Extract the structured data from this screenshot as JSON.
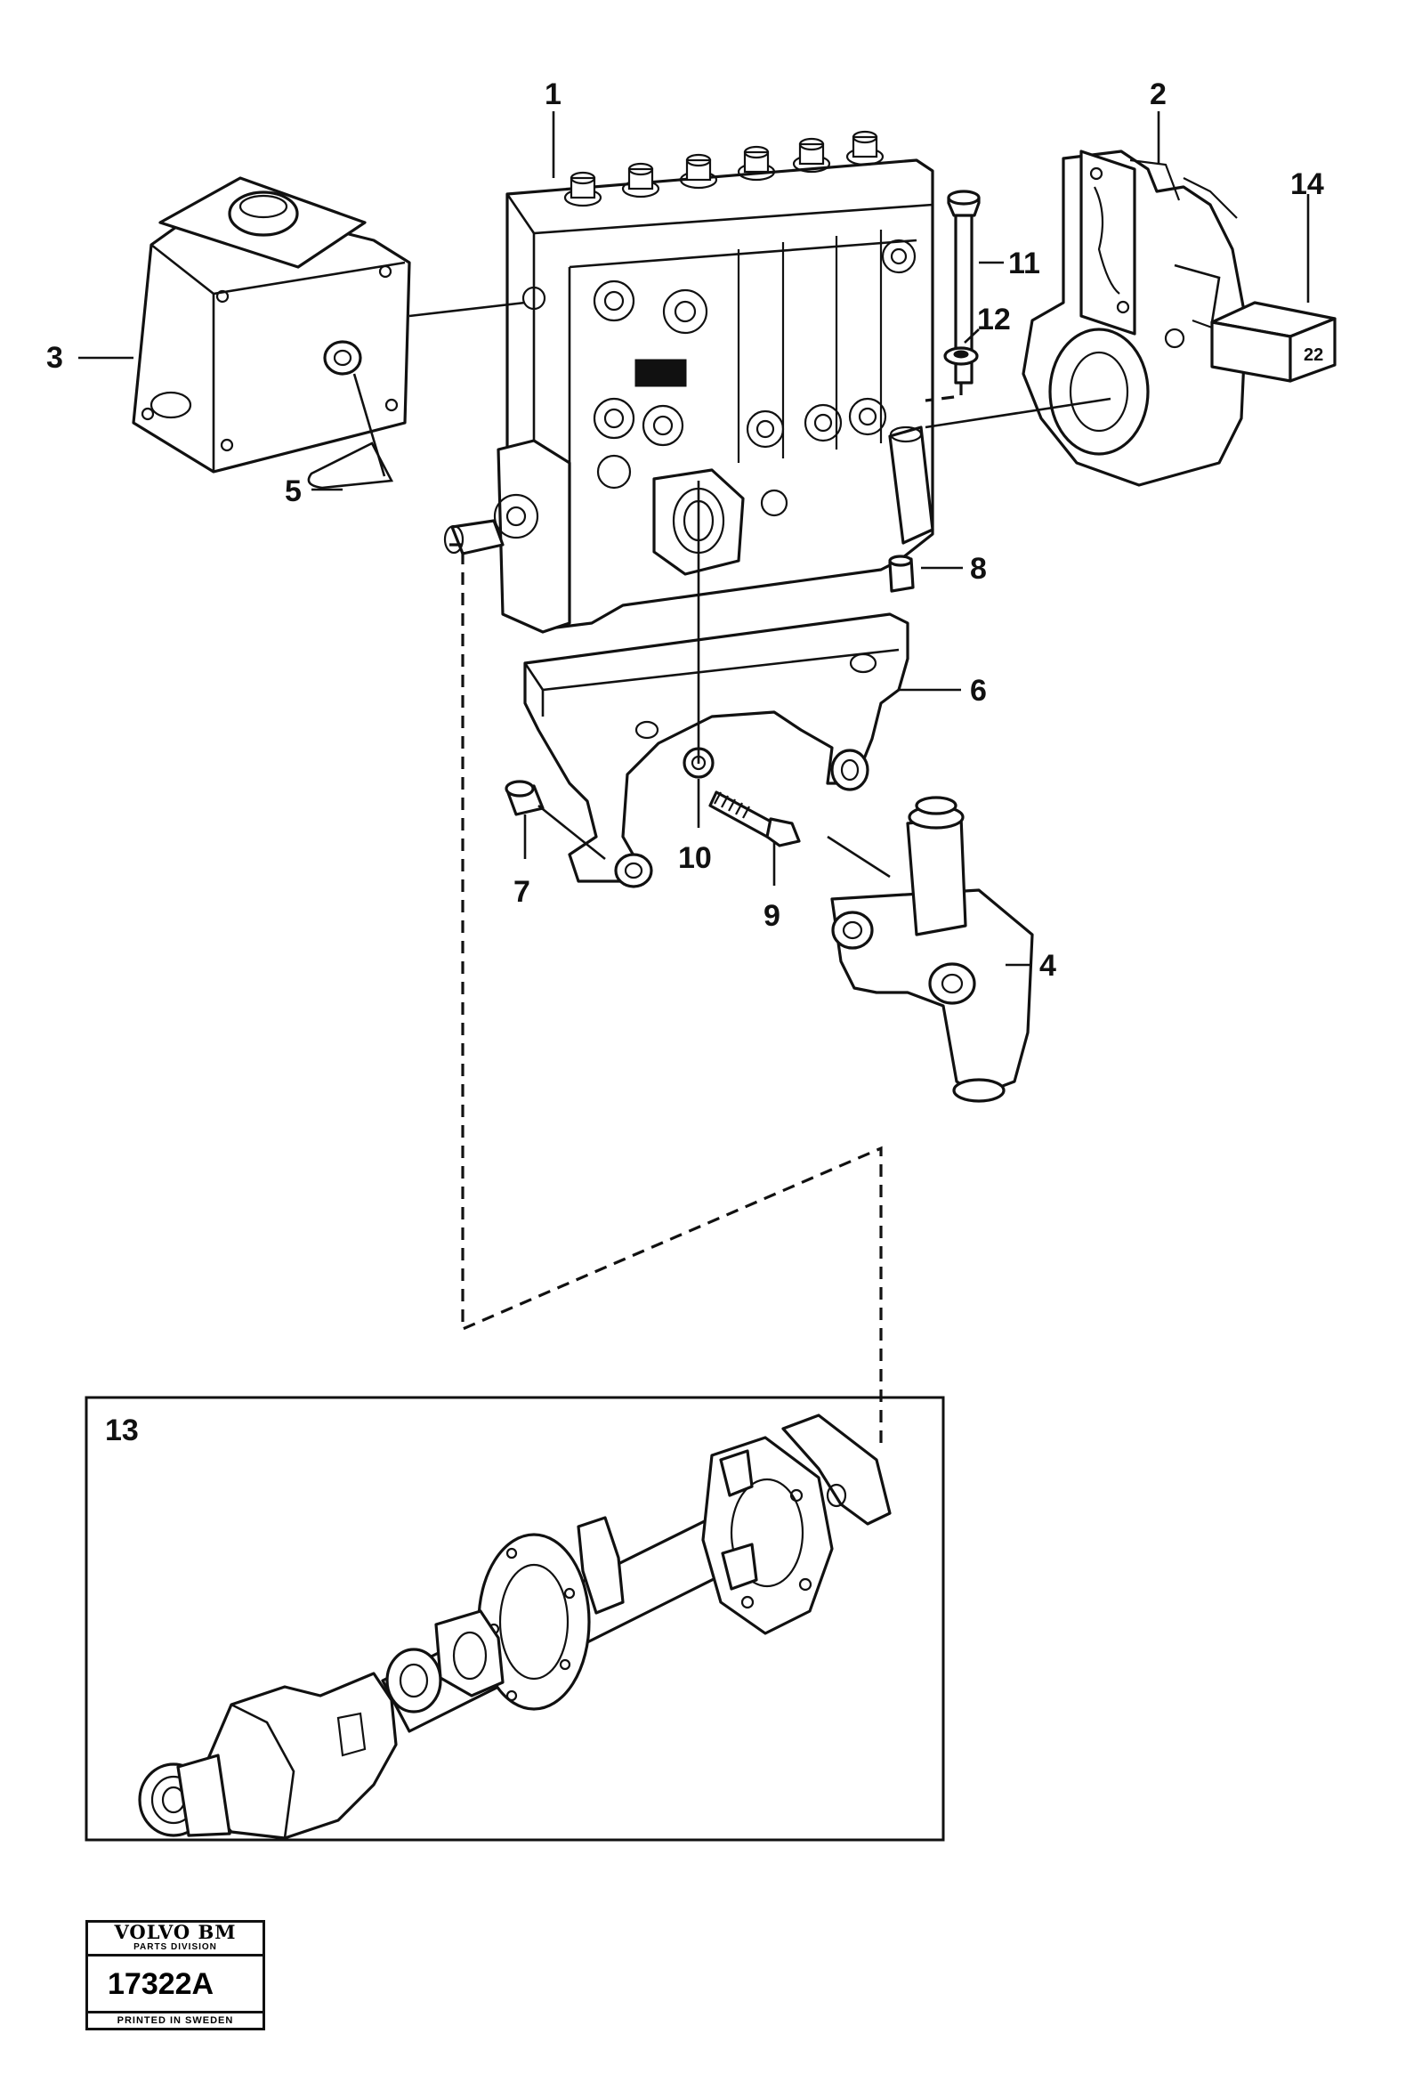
{
  "callouts": {
    "c1": "1",
    "c2": "2",
    "c3": "3",
    "c4": "4",
    "c5": "5",
    "c6": "6",
    "c7": "7",
    "c8": "8",
    "c9": "9",
    "c10": "10",
    "c11": "11",
    "c12": "12",
    "c13": "13",
    "c14": "14"
  },
  "box_marking": "22",
  "stamp": {
    "brand": "VOLVO BM",
    "division": "PARTS DIVISION",
    "number": "17322A",
    "printed": "PRINTED IN SWEDEN"
  }
}
